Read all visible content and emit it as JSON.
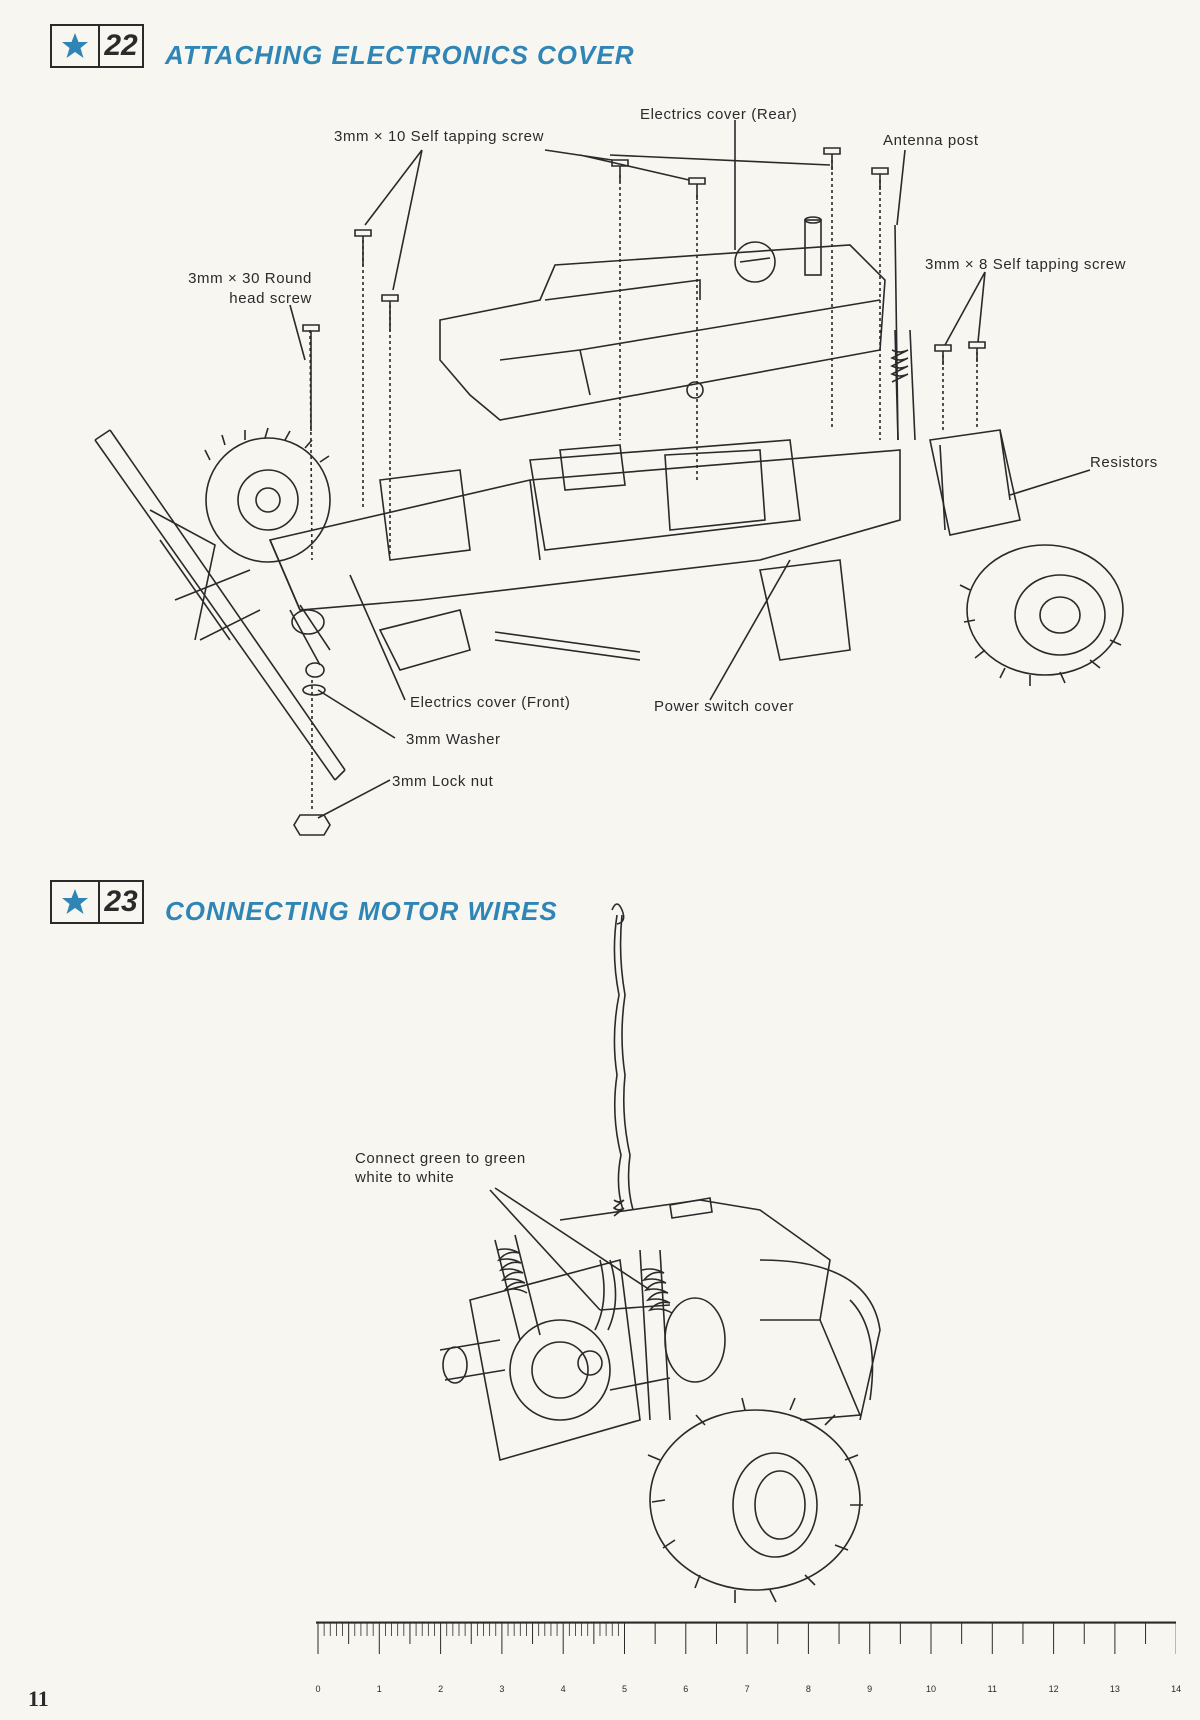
{
  "steps": [
    {
      "number": "22",
      "title": "ATTACHING ELECTRONICS COVER"
    },
    {
      "number": "23",
      "title": "CONNECTING MOTOR WIRES"
    }
  ],
  "step22_labels": {
    "electrics_cover_rear": "Electrics cover (Rear)",
    "self_tapping_10": "3mm × 10 Self tapping screw",
    "antenna_post": "Antenna post",
    "round_head_30_line1": "3mm × 30 Round",
    "round_head_30_line2": "head screw",
    "self_tapping_8": "3mm × 8 Self tapping screw",
    "resistors": "Resistors",
    "electrics_cover_front": "Electrics cover (Front)",
    "power_switch_cover": "Power switch cover",
    "washer": "3mm Washer",
    "lock_nut": "3mm  Lock nut"
  },
  "step23_labels": {
    "connect_line1": "Connect green to green",
    "connect_line2": "white to white"
  },
  "footer": {
    "page_number": "11",
    "ruler_marks": [
      "0",
      "1",
      "2",
      "3",
      "4",
      "5",
      "6",
      "7",
      "8",
      "9",
      "10",
      "11",
      "12",
      "13",
      "14"
    ]
  },
  "colors": {
    "title": "#2f86b6",
    "ink": "#2a2a2a",
    "paper": "#f8f6f1"
  },
  "icons": {
    "step_badge": "star-logo-icon"
  }
}
